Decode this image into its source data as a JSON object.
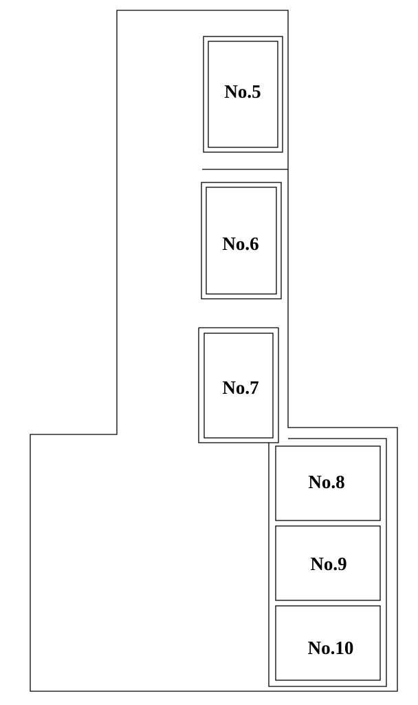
{
  "rooms": [
    {
      "id": "no5",
      "label": "No.5"
    },
    {
      "id": "no6",
      "label": "No.6"
    },
    {
      "id": "no7",
      "label": "No.7"
    },
    {
      "id": "no8",
      "label": "No.8"
    },
    {
      "id": "no9",
      "label": "No.9"
    },
    {
      "id": "no10",
      "label": "No.10"
    }
  ]
}
